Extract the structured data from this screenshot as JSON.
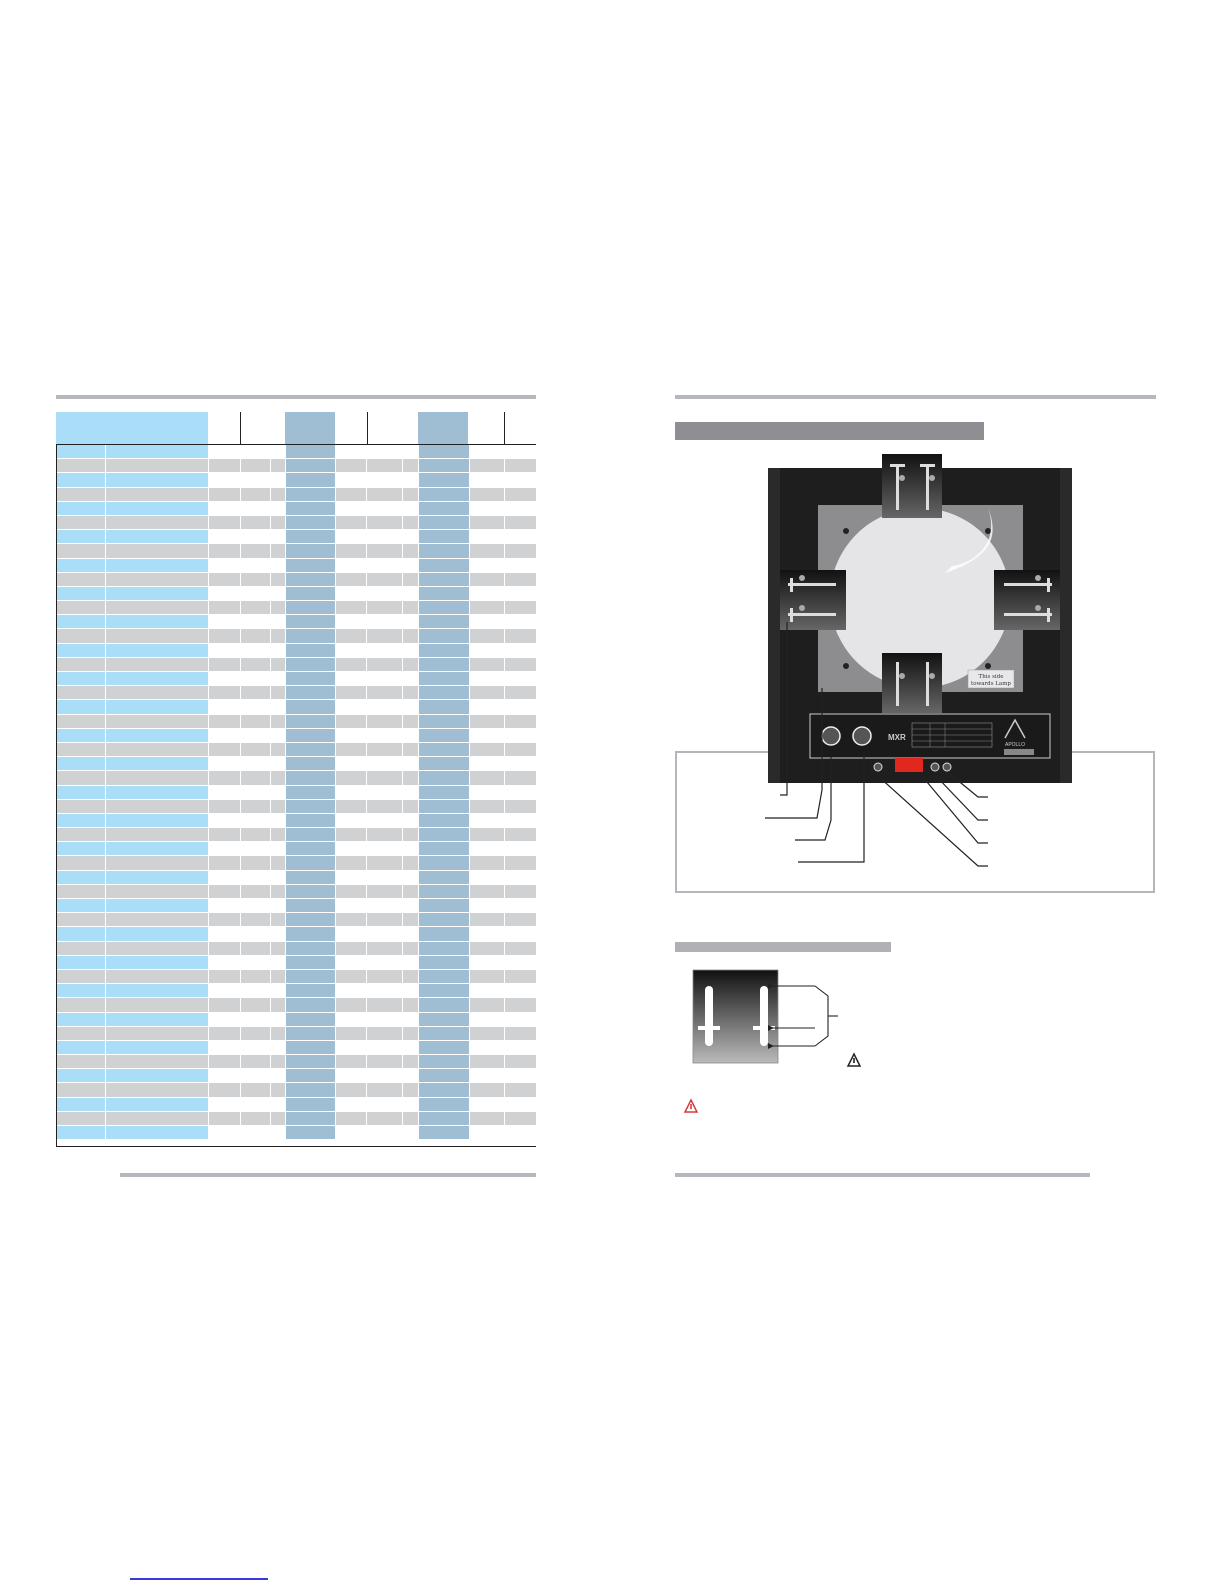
{
  "colors": {
    "light_blue": "#aaddf7",
    "light_gray": "#d0d1d3",
    "steel_blue": "#9fbed3",
    "white": "#ffffff",
    "rule_gray": "#b7b7bd",
    "panel_black": "#1f1f1f",
    "warning_red": "#e0281e"
  },
  "table": {
    "row_count": 49
  },
  "rear_panel": {
    "gobo_text_line1": "This side",
    "gobo_text_line2": "towards Lamp",
    "brand": "APOLLO",
    "connector_label": "MXR"
  },
  "icons": {
    "warning_small": "warning-triangle-icon",
    "warning_red": "warning-triangle-red-icon"
  }
}
